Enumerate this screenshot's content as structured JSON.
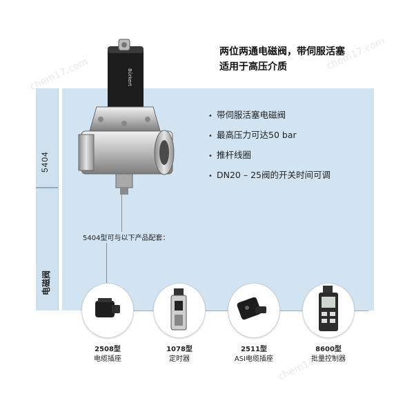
{
  "header": {
    "title_line1": "两位两通电磁阀，带伺服活塞",
    "title_line2": "适用于高压介质"
  },
  "sidebar": {
    "model_code": "5404",
    "category": "电磁阀"
  },
  "features": [
    "带伺服活塞电磁阀",
    "最高压力可达50 bar",
    "推杆线圈",
    "DN20 – 25阀的开关时间可调"
  ],
  "compat_text": "5404型可与以下产品配套：",
  "product_label": "Bürkert",
  "accessories": [
    {
      "model": "2508型",
      "desc": "电缆插座",
      "icon": "cable-plug-icon"
    },
    {
      "model": "1078型",
      "desc": "定时器",
      "icon": "timer-module-icon"
    },
    {
      "model": "2511型",
      "desc": "ASI电缆插座",
      "icon": "asi-plug-icon"
    },
    {
      "model": "8600型",
      "desc": "批量控制器",
      "icon": "batch-controller-icon"
    }
  ],
  "watermark": "chem17.com"
}
